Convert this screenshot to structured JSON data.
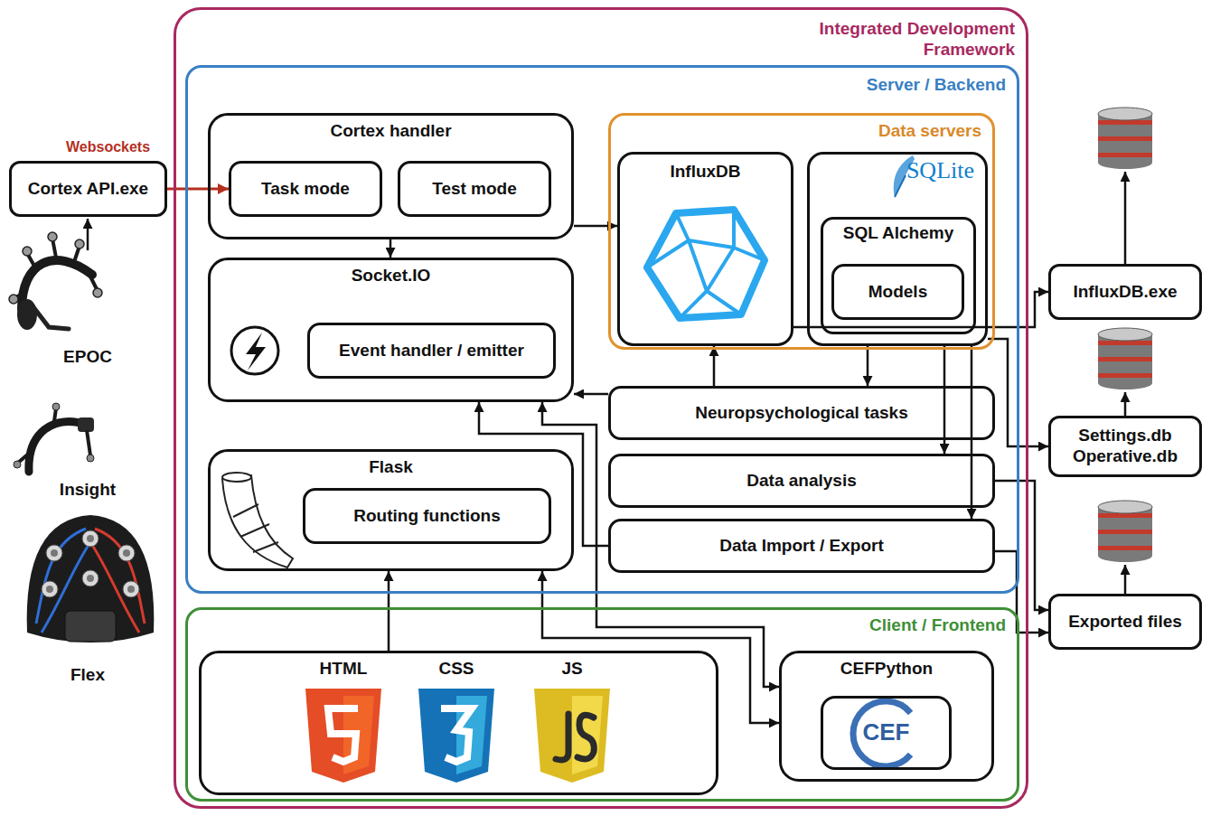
{
  "diagram": {
    "nodes": [
      {
        "text": [
          "Integrated Development Framework"
        ]
      },
      {
        "text": [
          "Server / Backend"
        ],
        "in": 0
      },
      {
        "text": [
          "Cortex handler"
        ],
        "in": 1
      },
      {
        "text": [
          "Task mode"
        ],
        "in": 2
      },
      {
        "text": [
          "Test mode"
        ],
        "in": 2
      },
      {
        "text": [
          "Data servers"
        ],
        "in": 1
      },
      {
        "text": [
          "InfluxDB"
        ],
        "in": 5
      },
      {
        "text": [
          "SQLite"
        ],
        "in": 5
      },
      {
        "text": [
          "SQL Alchemy"
        ],
        "in": 7
      },
      {
        "text": [
          "Models"
        ],
        "in": 8
      },
      {
        "text": [
          "Socket.IO"
        ],
        "in": 1
      },
      {
        "text": [
          "Event handler / emitter"
        ],
        "in": 10
      },
      {
        "text": [
          "Neuropsychological tasks"
        ],
        "in": 1
      },
      {
        "text": [
          "Flask"
        ],
        "in": 1
      },
      {
        "text": [
          "Routing functions"
        ],
        "in": 13
      },
      {
        "text": [
          "Data analysis"
        ],
        "in": 1
      },
      {
        "text": [
          "Data Import / Export"
        ],
        "in": 1
      },
      {
        "text": [
          "Client / Frontend"
        ],
        "in": 0
      },
      {
        "text": [
          "HTML",
          "CSS",
          "JS"
        ],
        "in": 17
      },
      {
        "text": [
          "CEFPython"
        ],
        "in": 17
      },
      {
        "text": [
          "CEF"
        ],
        "in": 19
      },
      {
        "text": [
          "Cortex API.exe"
        ]
      },
      {
        "text": [
          "InfluxDB.exe"
        ]
      },
      {
        "text": [
          "Settings.db Operative.db"
        ]
      },
      {
        "text": [
          "Exported files"
        ]
      }
    ],
    "edges": [
      {
        "from": 21,
        "to": 3,
        "arrow": "to",
        "label": "Websockets"
      },
      {
        "from": 2,
        "to": 10,
        "arrow": "to"
      },
      {
        "from": 2,
        "to": 6,
        "arrow": "to"
      },
      {
        "from": 6,
        "to": 22,
        "arrow": "to"
      },
      {
        "from": 12,
        "to": 6,
        "arrow": "to"
      },
      {
        "from": 7,
        "to": 12,
        "arrow": "to"
      },
      {
        "from": 7,
        "to": 15,
        "arrow": "to"
      },
      {
        "from": 7,
        "to": 16,
        "arrow": "to"
      },
      {
        "from": 7,
        "to": 23,
        "arrow": "to"
      },
      {
        "from": 12,
        "to": 10,
        "arrow": "to"
      },
      {
        "from": 16,
        "to": 10,
        "arrow": "to"
      },
      {
        "from": 10,
        "to": 19,
        "arrow": "both"
      },
      {
        "from": 13,
        "to": 19,
        "arrow": "both"
      },
      {
        "from": 18,
        "to": 13,
        "arrow": "to"
      },
      {
        "from": 15,
        "to": 24,
        "arrow": "to"
      },
      {
        "from": 16,
        "to": 24,
        "arrow": "to"
      }
    ],
    "labels": [
      "EPOC",
      "Insight",
      "Flex"
    ]
  }
}
